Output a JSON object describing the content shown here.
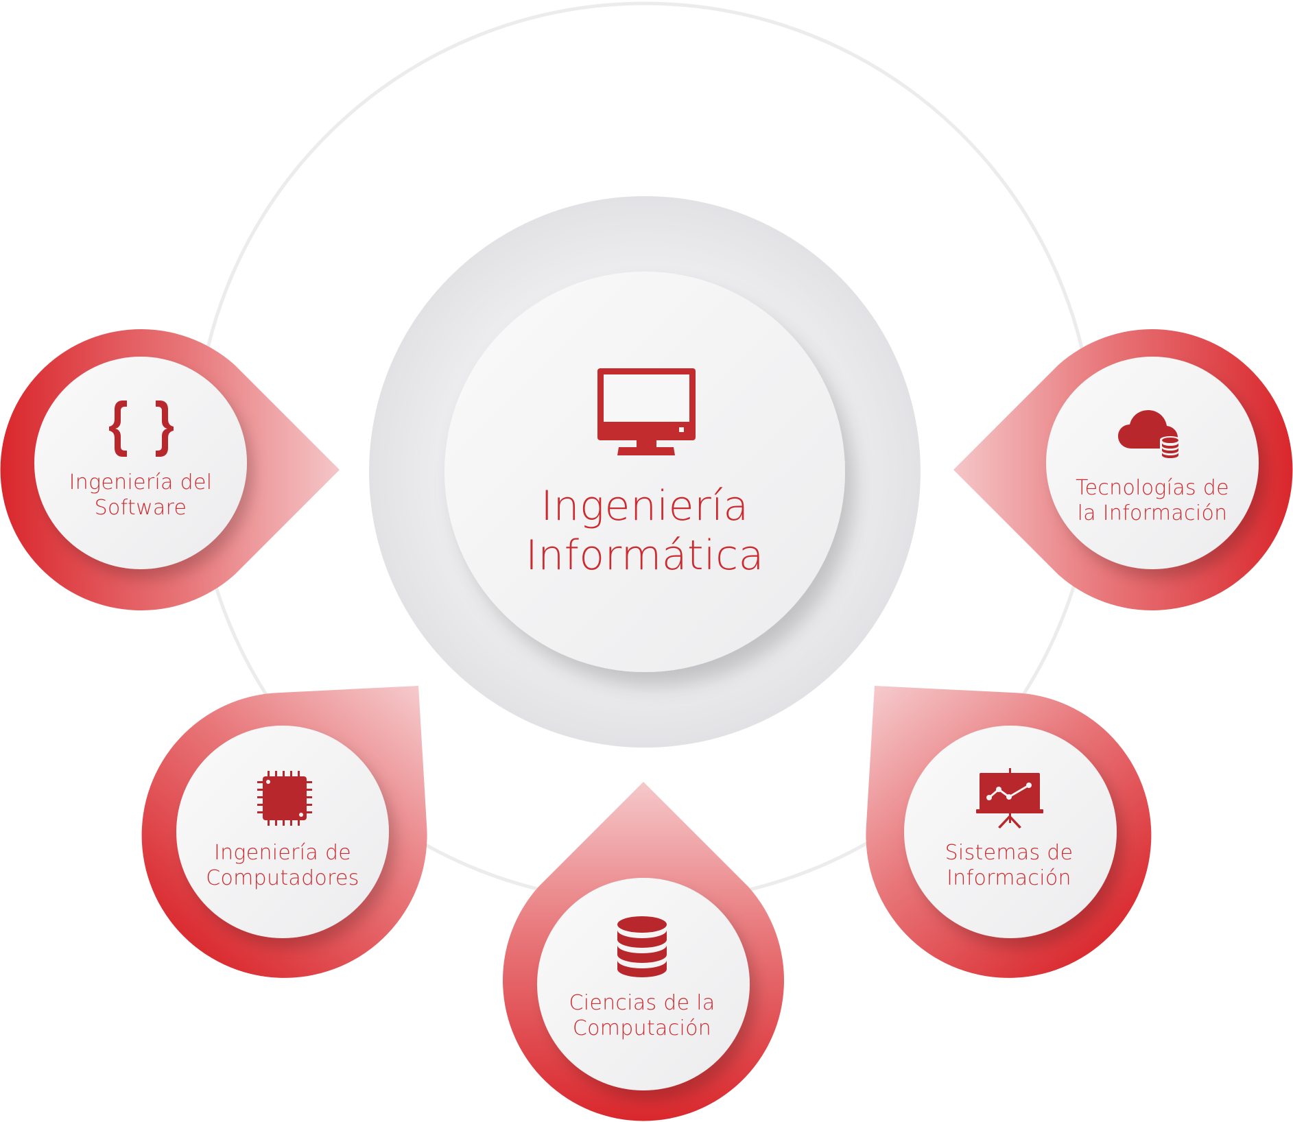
{
  "center": {
    "title_line1": "Ingeniería",
    "title_line2": "Informática",
    "icon": "monitor-icon"
  },
  "satellites": [
    {
      "id": "software",
      "line1": "Ingeniería del",
      "line2": "Software",
      "icon": "curly-braces-icon"
    },
    {
      "id": "ti",
      "line1": "Tecnologías de",
      "line2": "la Información",
      "icon": "cloud-database-icon"
    },
    {
      "id": "computadores",
      "line1": "Ingeniería de",
      "line2": "Computadores",
      "icon": "cpu-chip-icon"
    },
    {
      "id": "ciencias",
      "line1": "Ciencias de la",
      "line2": "Computación",
      "icon": "database-icon"
    },
    {
      "id": "sistemas",
      "line1": "Sistemas de",
      "line2": "Información",
      "icon": "presentation-chart-icon"
    }
  ],
  "colors": {
    "accent": "#cc2a2f",
    "pin_dark": "#d92a2e",
    "pin_light": "#f3bcbe",
    "ring": "#ececed",
    "center_halo": "#e9e9eb",
    "card": "#f4f4f5"
  }
}
